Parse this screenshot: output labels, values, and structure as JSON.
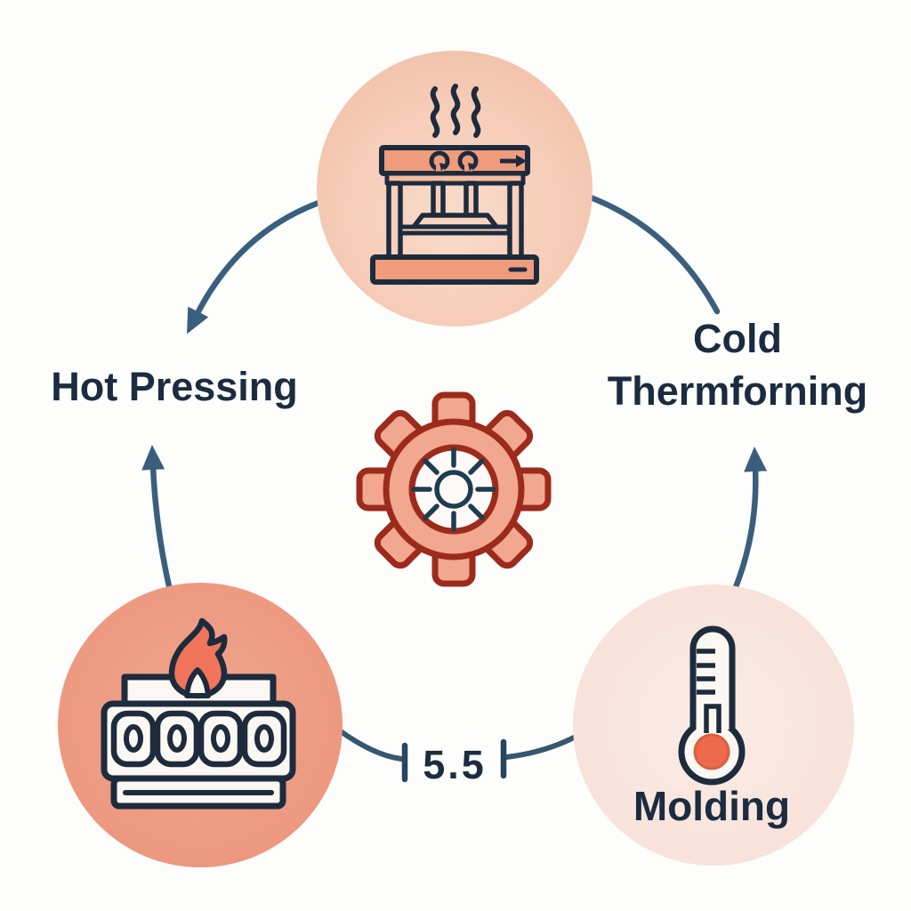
{
  "diagram": {
    "type": "process-cycle-illustration",
    "center_value": "5.5",
    "labels": {
      "hot_pressing": "Hot Pressing",
      "cold_line1": "Cold",
      "cold_line2": "Thermforning",
      "molding": "Molding"
    },
    "icons": {
      "top_node": "hot-press-machine-icon",
      "top_node_extra": "heat-waves-icon",
      "center": "gear-sun-icon",
      "bottom_left_node": "furnace-counter-flame-icon",
      "bottom_right_node": "thermometer-icon",
      "connectors": [
        "curved-arrow-top-to-hot-pressing",
        "curved-arrow-bottom-left-to-hot-pressing",
        "curved-line-top-to-cold-thermoforming",
        "curved-arrow-bottom-right-to-cold-thermoforming",
        "dimension-line-with-ticks"
      ]
    },
    "colors": {
      "background": "#FDFDFC",
      "text": "#1B2C40",
      "arrow": "#3A5F7E",
      "dimension_line": "#35576F",
      "tick": "#27455F",
      "icon_outline": "#1D2B3D",
      "icon_white": "#FBF7F2",
      "machine_salmon": "#EF9C7C",
      "machine_strip": "#F5BD9F",
      "press_plate": "#F8D4BF",
      "gear_fill": "#F2A78F",
      "gear_outline": "#9C2B1B",
      "sun": "#1F3C50",
      "flame_orange": "#F0755B",
      "bulb_orange": "#ED6A4D",
      "circle_top": "#F2C0A8",
      "circle_bottom_left": "#EB937A",
      "circle_bottom_right": "#F6DED4"
    }
  }
}
